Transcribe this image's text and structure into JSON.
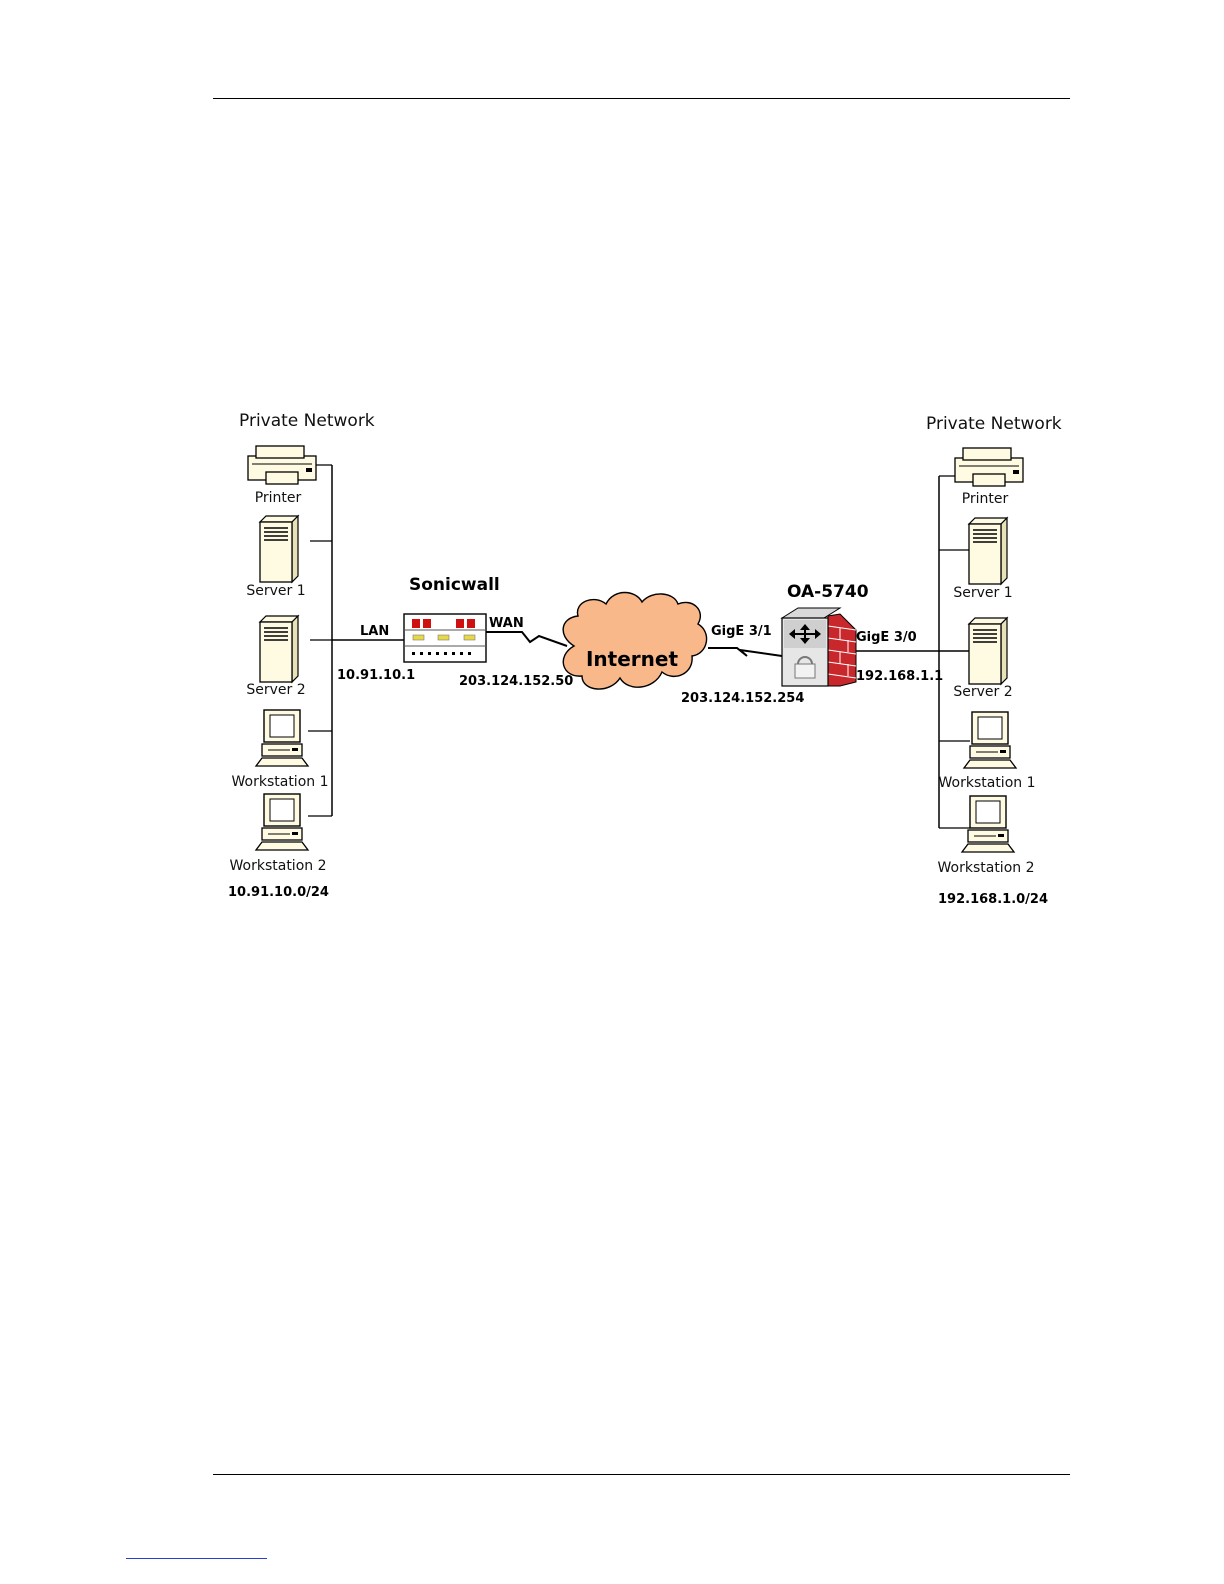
{
  "left_network": {
    "title": "Private Network",
    "devices": [
      "Printer",
      "Server 1",
      "Server 2",
      "Workstation 1",
      "Workstation 2"
    ],
    "subnet": "10.91.10.0/24"
  },
  "sonicwall": {
    "name": "Sonicwall",
    "lan_label": "LAN",
    "lan_ip": "10.91.10.1",
    "wan_label": "WAN",
    "wan_ip": "203.124.152.50"
  },
  "internet": {
    "label": "Internet",
    "color": "#f9b88a"
  },
  "oa5740": {
    "name": "OA-5740",
    "wan_port": "GigE 3/1",
    "wan_ip": "203.124.152.254",
    "lan_port": "GigE 3/0",
    "lan_ip": "192.168.1.1"
  },
  "right_network": {
    "title": "Private Network",
    "devices": [
      "Printer",
      "Server 1",
      "Server 2",
      "Workstation 1",
      "Workstation 2"
    ],
    "subnet": "192.168.1.0/24"
  }
}
